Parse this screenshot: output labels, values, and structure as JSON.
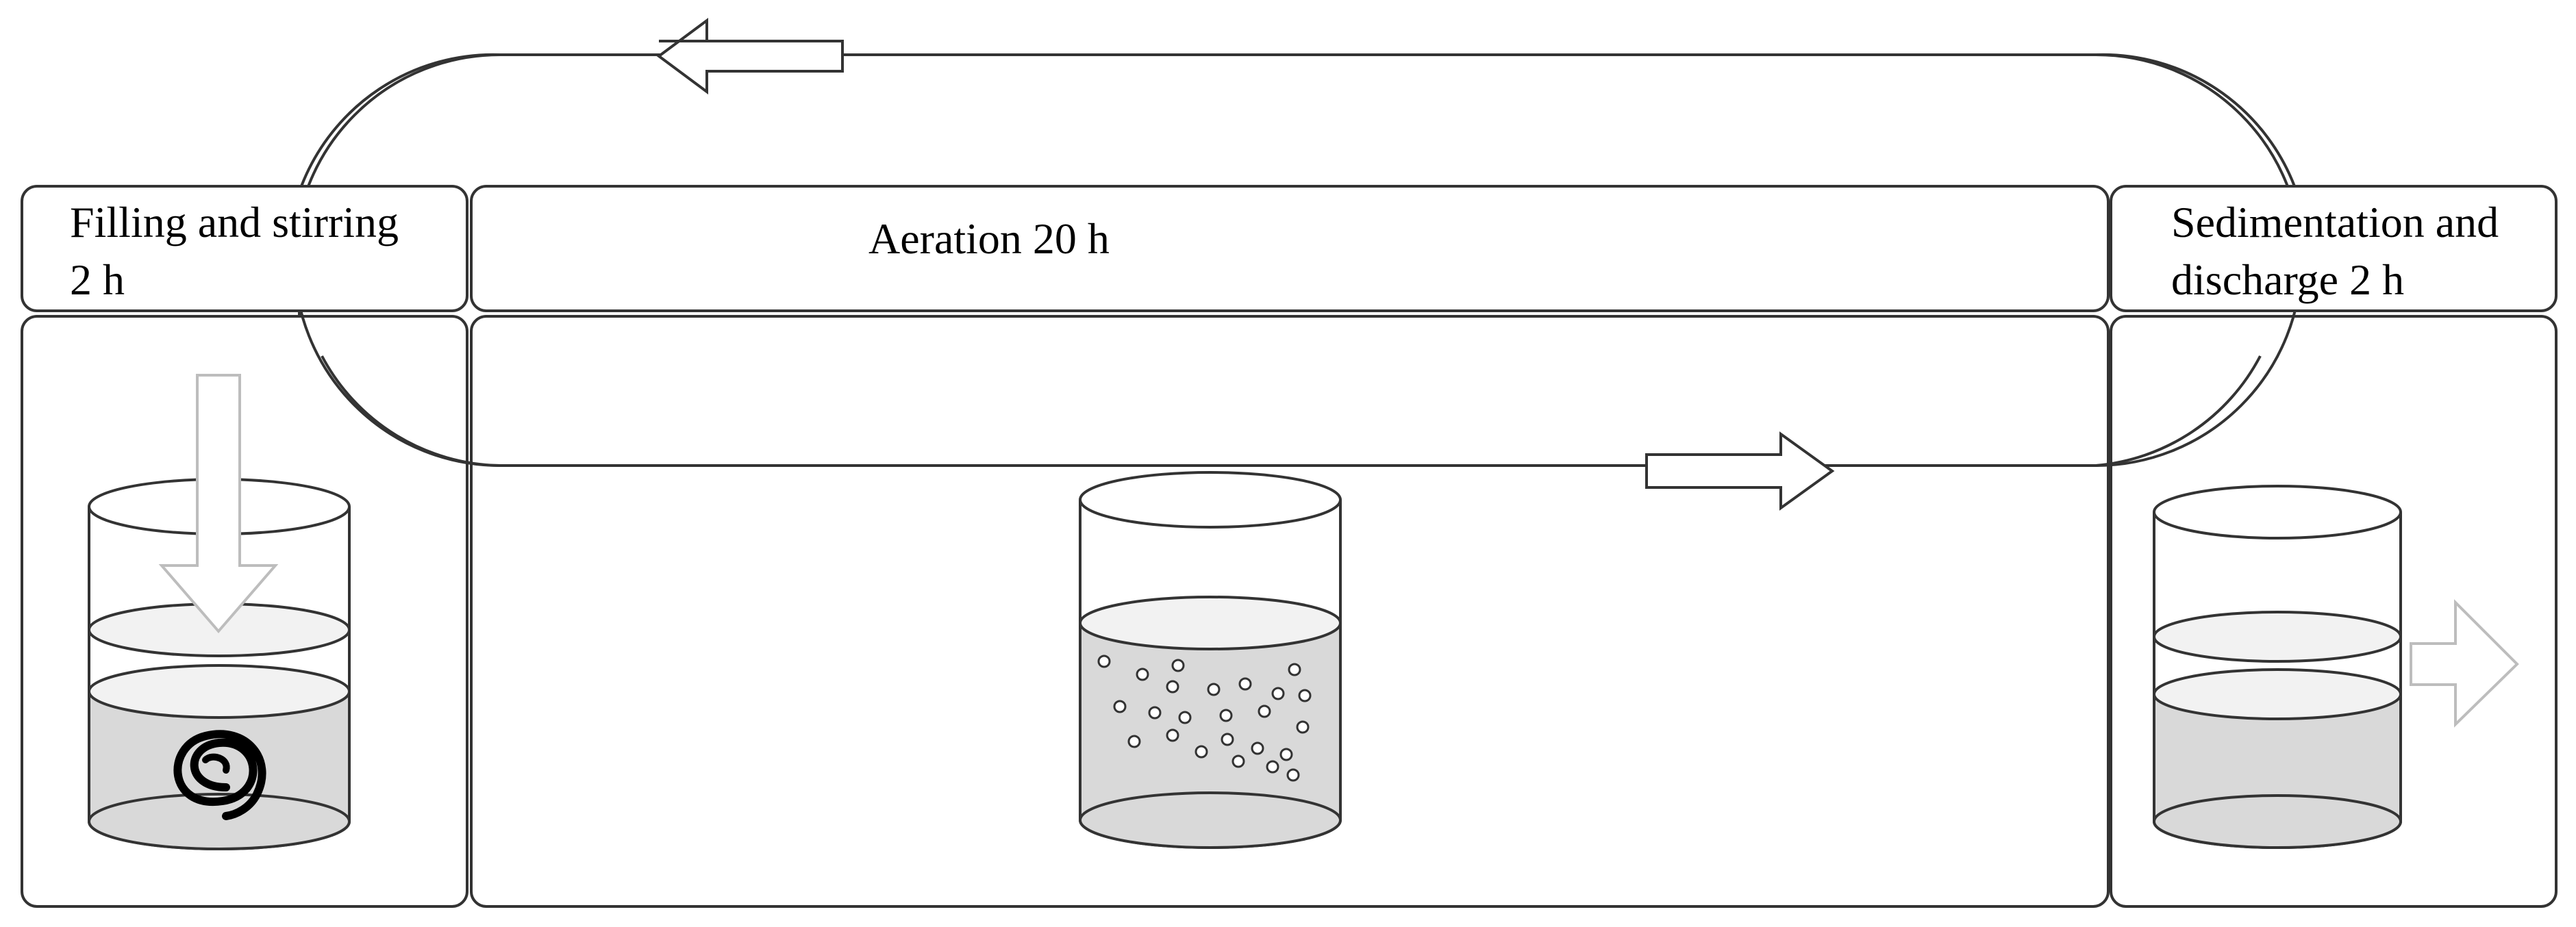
{
  "stages": [
    {
      "id": "filling",
      "label_line1": "Filling and stirring",
      "label_line2": "2 h"
    },
    {
      "id": "aeration",
      "label_line1": "Aeration 20 h"
    },
    {
      "id": "sedimentation",
      "label_line1": "Sedimentation and",
      "label_line2": "discharge 2 h"
    }
  ],
  "colors": {
    "stroke": "#333333",
    "liquid": "#d9d9d9",
    "surface": "#f2f2f2",
    "arrow_fill": "#ffffff",
    "faint_arrow": "#bdbdbd"
  },
  "icons": {
    "mixer": "spiral-stirrer-icon",
    "bubbles": "air-bubbles-icon",
    "inflow": "inflow-arrow-icon",
    "outflow": "outflow-arrow-icon",
    "cycle": "cycle-arrow-icon"
  }
}
